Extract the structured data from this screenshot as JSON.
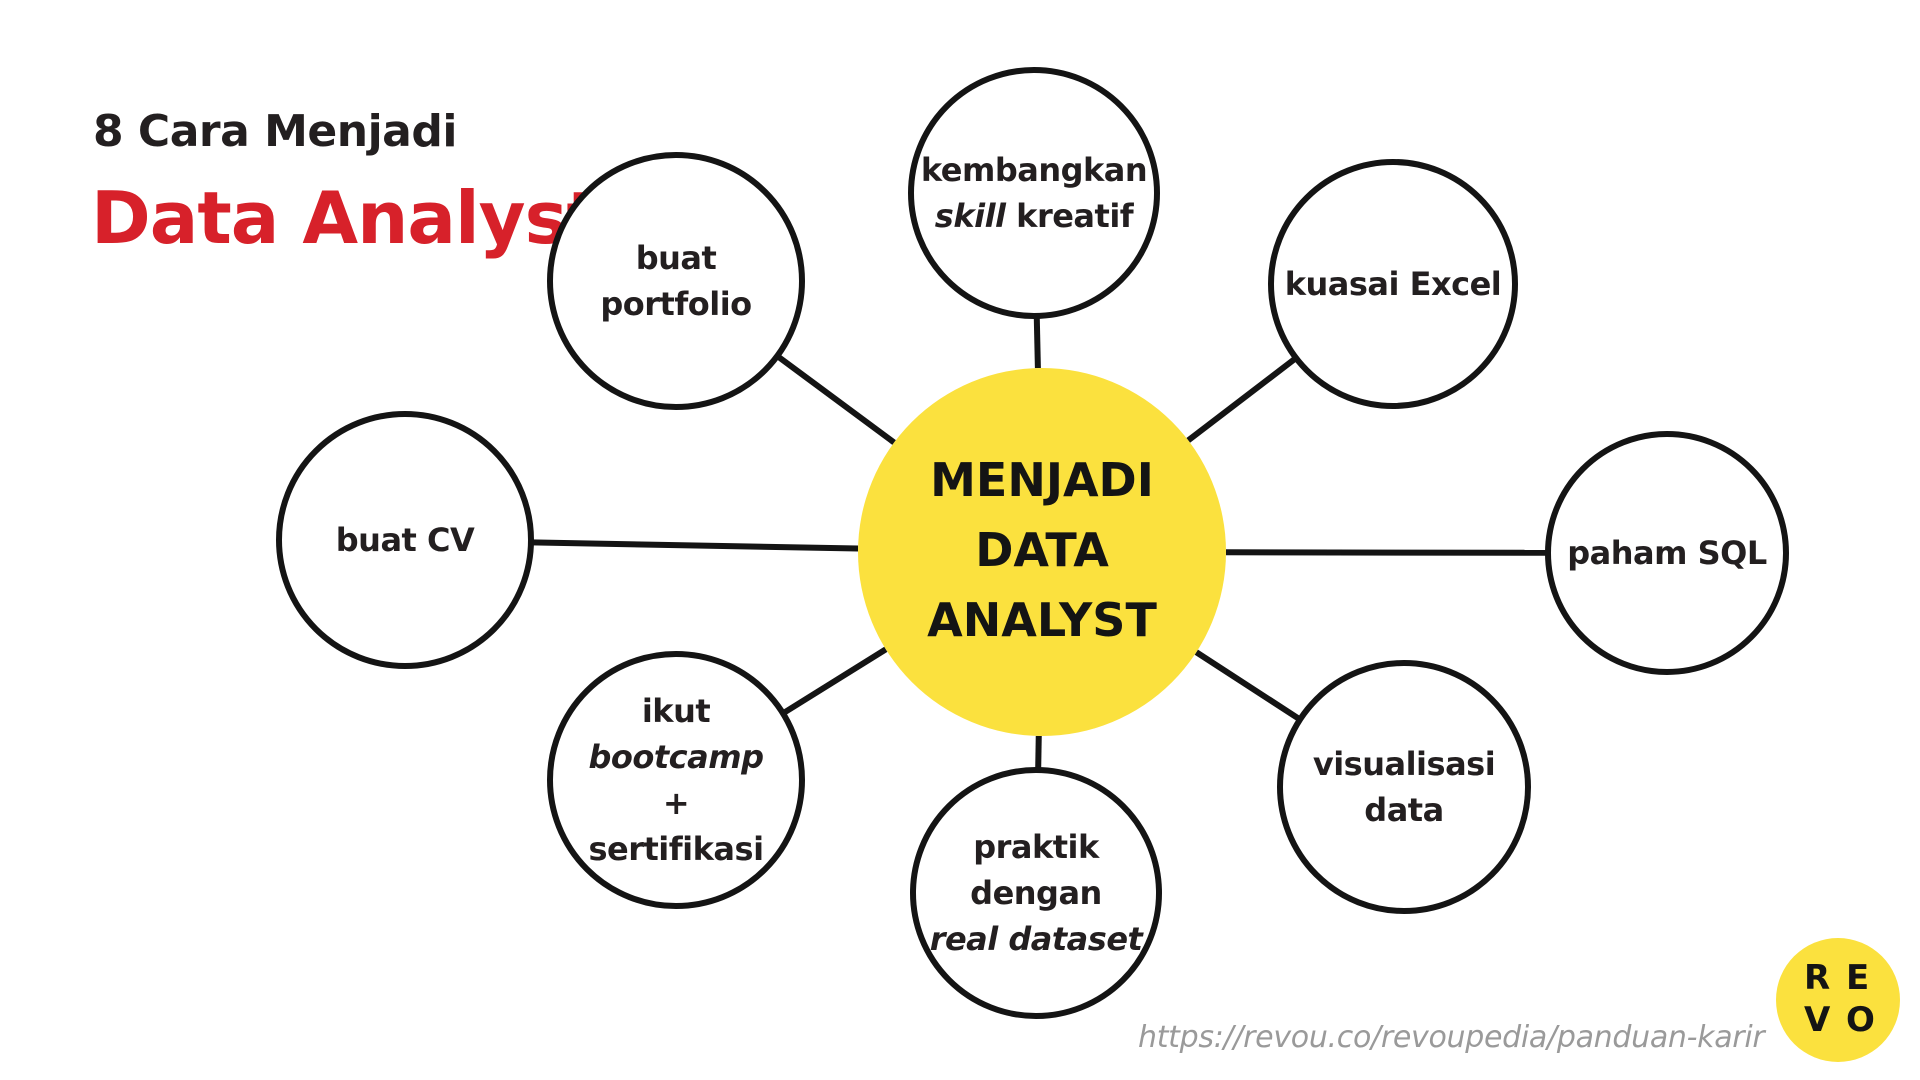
{
  "title": {
    "line1": "8 Cara Menjadi",
    "line2": "Data Analyst"
  },
  "center": {
    "lines": [
      "MENJADI",
      "DATA",
      "ANALYST"
    ],
    "color": "#fbe13e"
  },
  "nodes": [
    {
      "id": "portfolio",
      "lines": [
        [
          {
            "t": "buat portfolio",
            "i": false
          }
        ]
      ]
    },
    {
      "id": "kreatif",
      "lines": [
        [
          {
            "t": "kembangkan",
            "i": false
          }
        ],
        [
          {
            "t": "skill",
            "i": true
          },
          {
            "t": " kreatif",
            "i": false
          }
        ]
      ]
    },
    {
      "id": "excel",
      "lines": [
        [
          {
            "t": "kuasai Excel",
            "i": false
          }
        ]
      ]
    },
    {
      "id": "sql",
      "lines": [
        [
          {
            "t": "paham SQL",
            "i": false
          }
        ]
      ]
    },
    {
      "id": "visualisasi",
      "lines": [
        [
          {
            "t": "visualisasi",
            "i": false
          }
        ],
        [
          {
            "t": "data",
            "i": false
          }
        ]
      ]
    },
    {
      "id": "praktik",
      "lines": [
        [
          {
            "t": "praktik",
            "i": false
          }
        ],
        [
          {
            "t": "dengan",
            "i": false
          }
        ],
        [
          {
            "t": "real dataset",
            "i": true
          }
        ]
      ]
    },
    {
      "id": "bootcamp",
      "lines": [
        [
          {
            "t": "ikut ",
            "i": false
          },
          {
            "t": "bootcamp",
            "i": true
          }
        ],
        [
          {
            "t": "+",
            "i": false
          }
        ],
        [
          {
            "t": "sertifikasi",
            "i": false
          }
        ]
      ]
    },
    {
      "id": "cv",
      "lines": [
        [
          {
            "t": "buat CV",
            "i": false
          }
        ]
      ]
    }
  ],
  "footer": {
    "url": "https://revou.co/revoupedia/panduan-karir"
  },
  "logo": {
    "letters": [
      "R",
      "E",
      "V",
      "O"
    ],
    "color": "#fbe13e"
  }
}
